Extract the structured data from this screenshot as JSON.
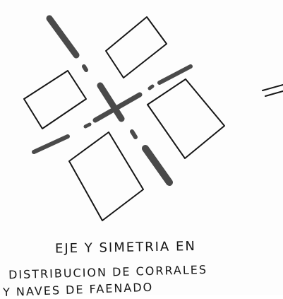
{
  "caption": {
    "line1": "EJE Y SIMETRIA EN",
    "line2": "DISTRIBUCION DE CORRALES",
    "line3": "Y NAVES DE FAENADO"
  },
  "colors": {
    "ink": "#161616",
    "marker": "#4a4a4a",
    "paper": "#fdfdfd"
  }
}
